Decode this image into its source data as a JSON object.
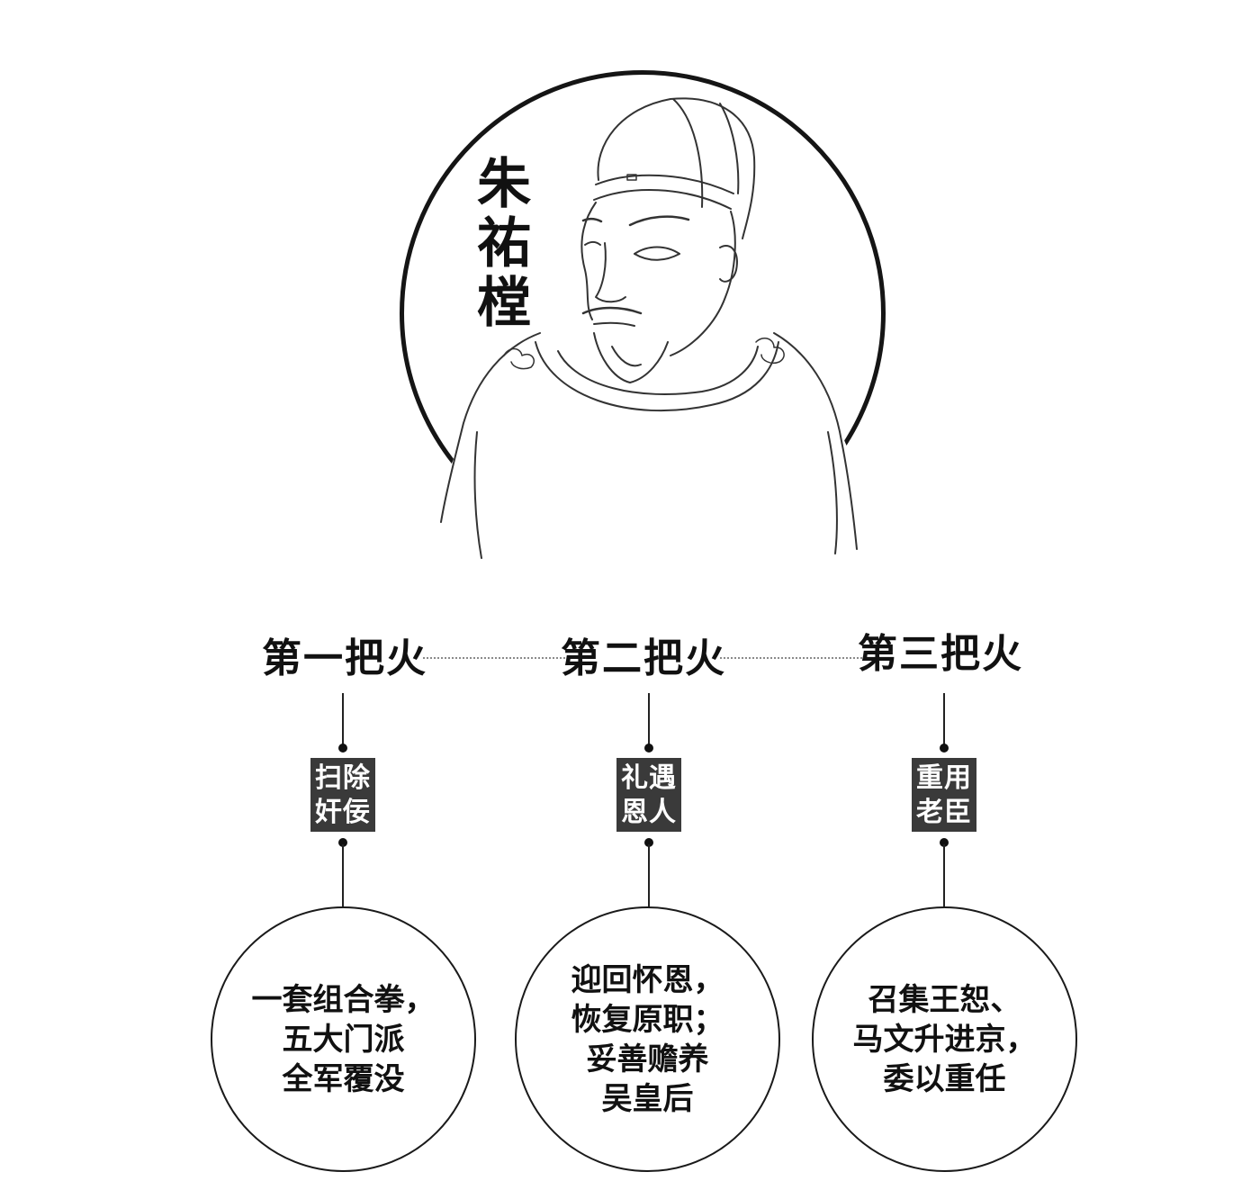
{
  "portrait": {
    "name_chars": [
      "朱",
      "祐",
      "樘"
    ],
    "icon": "emperor-portrait"
  },
  "fires": [
    {
      "title": "第一把火",
      "tag_lines": [
        "扫除",
        "奸佞"
      ],
      "detail_lines": [
        "一套组合拳，",
        "五大门派",
        "全军覆没"
      ]
    },
    {
      "title": "第二把火",
      "tag_lines": [
        "礼遇",
        "恩人"
      ],
      "detail_lines": [
        "迎回怀恩，",
        "恢复原职；",
        "妥善赡养",
        "吴皇后"
      ]
    },
    {
      "title": "第三把火",
      "tag_lines": [
        "重用",
        "老臣"
      ],
      "detail_lines": [
        "召集王恕、",
        "马文升进京，",
        "委以重任"
      ]
    }
  ],
  "colors": {
    "ink": "#111111",
    "tag_bg": "#3a3a3a",
    "tag_text": "#ffffff",
    "dotted": "#8a8a8a"
  }
}
